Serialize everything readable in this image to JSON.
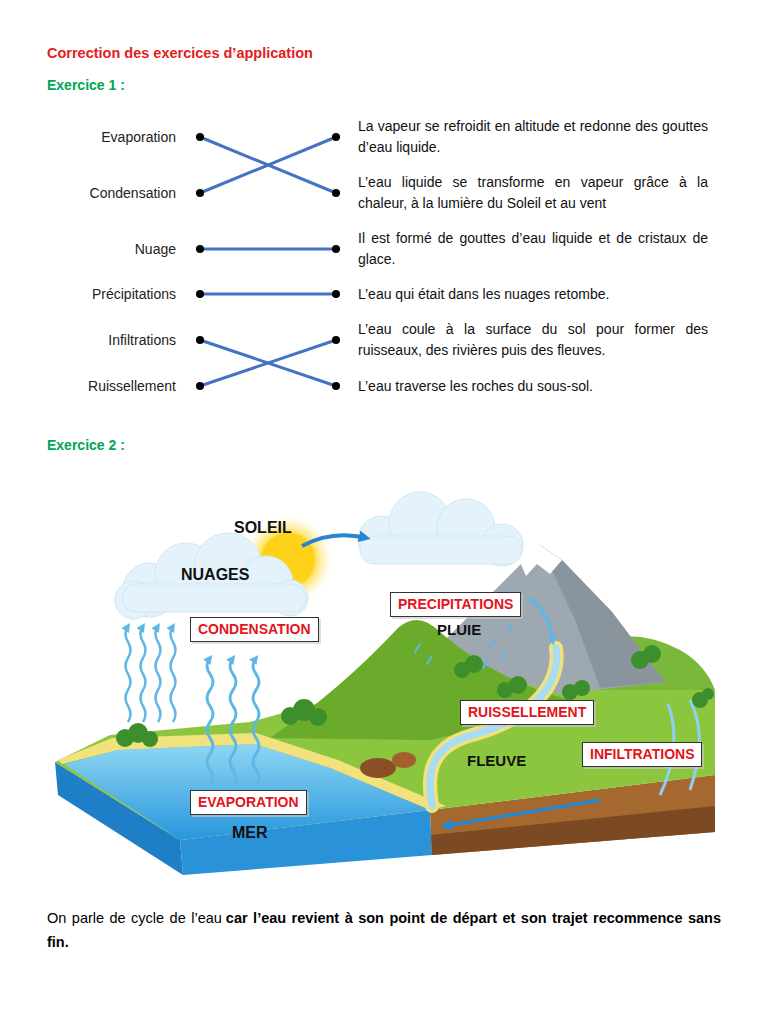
{
  "diagram": {
    "title": "Correction des exercices d’application",
    "nodes": [
      {
        "text": [
          "Evaporation"
        ]
      },
      {
        "text": [
          "La vapeur se refroidit en altitude et redonne des gouttes d’eau liquide."
        ]
      },
      {
        "text": [
          "Condensation"
        ]
      },
      {
        "text": [
          "L’eau liquide se transforme en vapeur grâce à la chaleur, à la lumière du Soleil et au vent"
        ]
      },
      {
        "text": [
          "Nuage"
        ]
      },
      {
        "text": [
          "Il est formé de gouttes d’eau liquide et de cristaux de glace."
        ]
      },
      {
        "text": [
          "Précipitations"
        ]
      },
      {
        "text": [
          "L’eau qui était dans les nuages retombe."
        ]
      },
      {
        "text": [
          "Infiltrations"
        ]
      },
      {
        "text": [
          "L’eau coule à la surface du sol pour former des ruisseaux, des rivières puis des fleuves."
        ]
      },
      {
        "text": [
          "Ruissellement"
        ]
      },
      {
        "text": [
          "L’eau traverse les roches du sous-sol."
        ]
      },
      {
        "text": [
          "PRECIPITATIONS"
        ]
      },
      {
        "text": [
          "CONDENSATION"
        ]
      },
      {
        "text": [
          "RUISSELLEMENT"
        ]
      },
      {
        "text": [
          "INFILTRATIONS"
        ]
      },
      {
        "text": [
          "EVAPORATION"
        ]
      }
    ],
    "edges": [
      {
        "from": 0,
        "to": 3,
        "arrow": "none"
      },
      {
        "from": 2,
        "to": 1,
        "arrow": "none"
      },
      {
        "from": 4,
        "to": 5,
        "arrow": "none"
      },
      {
        "from": 6,
        "to": 7,
        "arrow": "none"
      },
      {
        "from": 8,
        "to": 11,
        "arrow": "none"
      },
      {
        "from": 10,
        "to": 9,
        "arrow": "none"
      }
    ],
    "labels": [
      "Exercice 1 :",
      "Exercice 2 :",
      "SOLEIL",
      "NUAGES",
      "PLUIE",
      "FLEUVE",
      "MER",
      "On parle de cycle de l’eau",
      "car l’eau revient à son point de départ et son trajet recommence sans fin."
    ]
  }
}
